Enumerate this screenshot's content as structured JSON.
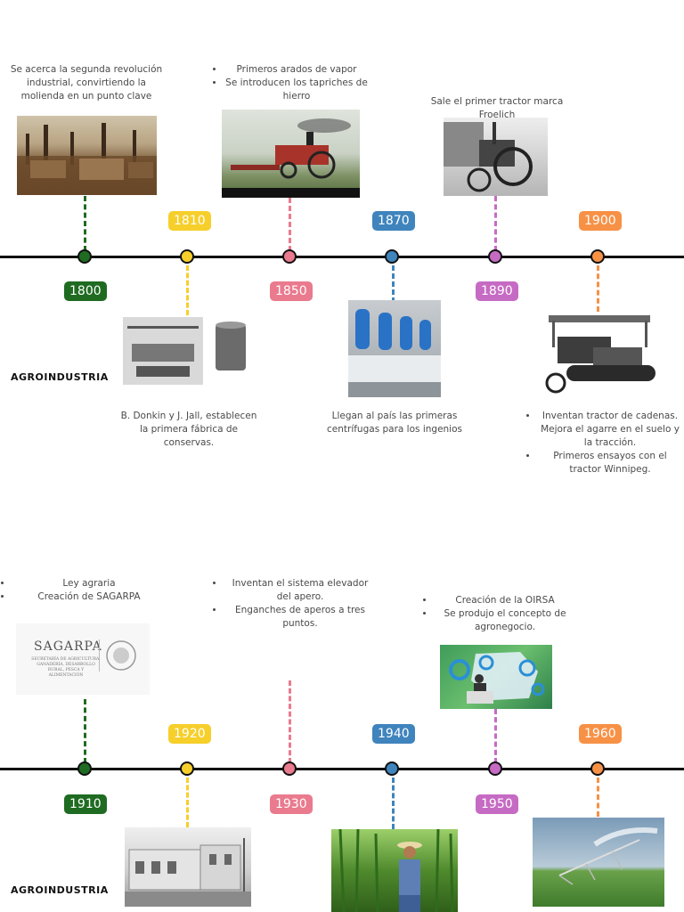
{
  "colors": {
    "green": "#1f6b22",
    "yellow": "#f6cf2b",
    "pink": "#ea7a8e",
    "blue": "#3f84bd",
    "purple": "#c66bc3",
    "orange": "#f79146"
  },
  "section_title": "AGROINDUSTRIA",
  "timeline1": {
    "years": [
      "1800",
      "1810",
      "1850",
      "1870",
      "1890",
      "1900"
    ],
    "t1800": "Se acerca la segunda revolución industrial, convirtiendo la molienda en un punto clave",
    "t1850": [
      "Primeros arados de vapor",
      "Se introducen los tapriches de hierro"
    ],
    "t1890": "Sale el primer tractor marca Froelich",
    "t1810": "B. Donkin y J. Jall, establecen la primera fábrica de conservas.",
    "t1870": "Llegan al país las primeras centrífugas para los ingenios",
    "t1900": [
      "Inventan tractor de cadenas. Mejora el agarre en el suelo y la tracción.",
      "Primeros ensayos con el tractor Winnipeg."
    ]
  },
  "timeline2": {
    "years": [
      "1910",
      "1920",
      "1930",
      "1940",
      "1950",
      "1960"
    ],
    "t1910": [
      "Ley agraria",
      "Creación de SAGARPA"
    ],
    "t1930": [
      "Inventan el sistema elevador del apero.",
      "Enganches de aperos a tres puntos."
    ],
    "t1950": [
      "Creación de la OIRSA",
      "Se produjo el concepto de agronegocio."
    ],
    "sagarpa_logo": "SAGARPA",
    "sagarpa_sub": "SECRETARÍA DE AGRICULTURA, GANADERÍA, DESARROLLO RURAL, PESCA Y ALIMENTACIÓN"
  }
}
